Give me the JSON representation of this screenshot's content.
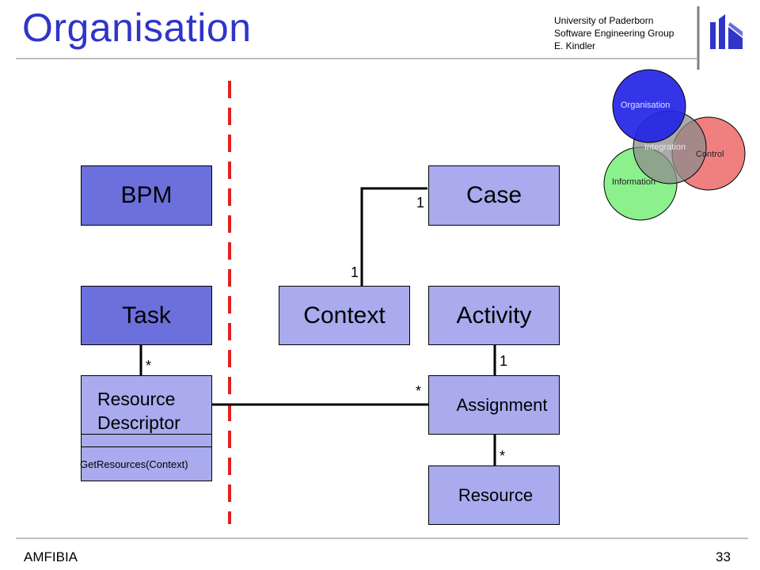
{
  "header": {
    "title": "Organisation",
    "university_lines": [
      "University of Paderborn",
      "Software Engineering Group",
      "E. Kindler"
    ]
  },
  "footer": {
    "left": "AMFIBIA",
    "page_number": "33"
  },
  "venn": {
    "organisation": "Organisation",
    "integration": "Integration",
    "control": "Control",
    "information": "Information"
  },
  "diagram": {
    "bpm": "BPM",
    "task": "Task",
    "resource_descriptor_line1": "Resource",
    "resource_descriptor_line2": "Descriptor",
    "resource_descriptor_method": "GetResources(Context)",
    "case": "Case",
    "context": "Context",
    "activity": "Activity",
    "assignment": "Assignment",
    "resource": "Resource",
    "mult_case_context_top": "1",
    "mult_case_context_bottom": "1",
    "mult_task_rd": "*",
    "mult_activity_assignment": "1",
    "mult_rd_assignment": "*",
    "mult_assignment_resource": "*"
  },
  "colors": {
    "title": "#2f35c9",
    "dark_box": "#6c70dc",
    "light_box": "#a9abee",
    "divider": "#e02020",
    "venn_blue": "#2424e6",
    "venn_gray": "#8c8c8c",
    "venn_red": "#f08080",
    "venn_green": "#8cf08c"
  }
}
